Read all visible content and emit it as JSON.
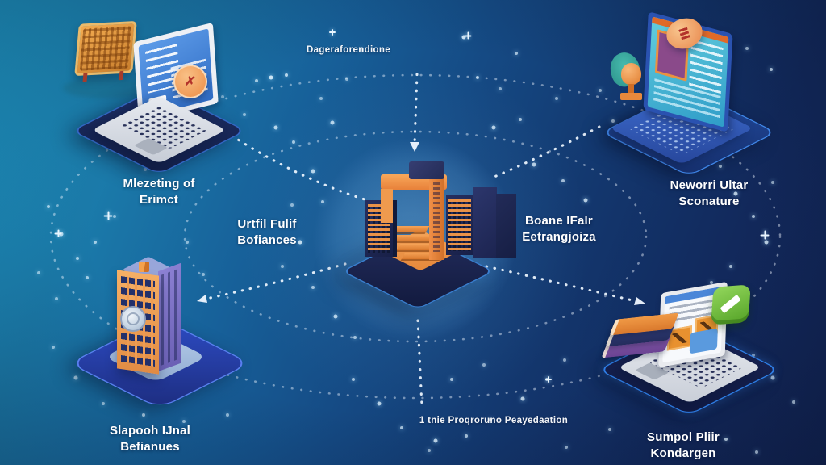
{
  "labels": {
    "top_center": "Dageraforendione",
    "top_left": [
      "Mlezeting of",
      "Erimct"
    ],
    "top_right": [
      "Neworri Ultar",
      "Sconature"
    ],
    "mid_left": [
      "Urtfil Fulif",
      "Bofiances"
    ],
    "mid_right": [
      "Boane IFalr",
      "Eetrangjoiza"
    ],
    "bottom_left": [
      "Slapooh IJnal",
      "Befianues"
    ],
    "bottom_center": "1 tnie Proqroruno Peayedaation",
    "bottom_right": [
      "Sumpol Pliir",
      "Kondargen"
    ]
  },
  "colors": {
    "background_teal": "#1f9bc9",
    "background_navy": "#112250",
    "accent_orange": "#ef8d3a",
    "screen_blue": "#2f6cc4",
    "teal_screen": "#2f9cc8",
    "platform_navy": "#1b2448",
    "badge_green": "#6ab83c",
    "line_white": "#f0f7ff"
  },
  "icons": {
    "alert-badge-icon": "orange circle, red mark",
    "warning-badge-icon": "orange oval, red bars",
    "trophy-icon": "orange trophy with teal leaf",
    "check-badge-icon": "green square, white pen stroke",
    "books-icon": "stack of three books",
    "circuit-plaque-icon": "golden circuit board on stand",
    "building-icon": "orange office tower",
    "laptop-icon": "isometric laptop",
    "data-center-icon": "isometric servers with orange arch"
  },
  "decor": {
    "stars": [
      [
        336,
        96,
        2.5,
        0.9
      ],
      [
        318,
        100,
        2,
        0.7
      ],
      [
        355,
        93,
        2,
        0.8
      ],
      [
        303,
        142,
        2,
        0.6
      ],
      [
        342,
        158,
        2.5,
        0.8
      ],
      [
        364,
        176,
        2,
        0.7
      ],
      [
        398,
        122,
        2,
        0.6
      ],
      [
        412,
        152,
        2.5,
        0.8
      ],
      [
        430,
        98,
        2,
        0.6
      ],
      [
        448,
        62,
        2,
        0.7
      ],
      [
        388,
        212,
        2.5,
        0.8
      ],
      [
        400,
        250,
        2,
        0.7
      ],
      [
        372,
        300,
        2.5,
        0.85
      ],
      [
        388,
        356,
        2,
        0.7
      ],
      [
        416,
        392,
        2.5,
        0.8
      ],
      [
        440,
        418,
        2,
        0.7
      ],
      [
        362,
        254,
        2,
        0.6
      ],
      [
        350,
        330,
        2,
        0.6
      ],
      [
        575,
        46,
        2.5,
        0.9
      ],
      [
        592,
        96,
        2,
        0.7
      ],
      [
        612,
        158,
        2.5,
        0.8
      ],
      [
        645,
        148,
        2,
        0.7
      ],
      [
        662,
        204,
        2.5,
        0.8
      ],
      [
        698,
        224,
        2,
        0.7
      ],
      [
        726,
        248,
        2.5,
        0.8
      ],
      [
        744,
        112,
        2,
        0.6
      ],
      [
        760,
        150,
        2,
        0.7
      ],
      [
        690,
        122,
        2,
        0.6
      ],
      [
        640,
        66,
        2,
        0.7
      ],
      [
        620,
        110,
        2,
        0.6
      ],
      [
        893,
        206,
        2,
        0.7
      ],
      [
        912,
        240,
        2.5,
        0.8
      ],
      [
        934,
        268,
        2,
        0.7
      ],
      [
        950,
        300,
        2.5,
        0.8
      ],
      [
        906,
        330,
        2,
        0.7
      ],
      [
        882,
        350,
        2,
        0.6
      ],
      [
        958,
        226,
        2,
        0.6
      ],
      [
        926,
        60,
        2,
        0.6
      ],
      [
        956,
        86,
        2,
        0.7
      ],
      [
        438,
        470,
        2,
        0.7
      ],
      [
        470,
        500,
        2.5,
        0.8
      ],
      [
        498,
        530,
        2,
        0.7
      ],
      [
        540,
        546,
        2.5,
        0.8
      ],
      [
        578,
        540,
        2,
        0.7
      ],
      [
        608,
        520,
        2,
        0.7
      ],
      [
        648,
        494,
        2.5,
        0.8
      ],
      [
        678,
        470,
        2,
        0.7
      ],
      [
        700,
        446,
        2,
        0.6
      ],
      [
        532,
        558,
        2,
        0.6
      ],
      [
        560,
        470,
        2,
        0.7
      ],
      [
        600,
        452,
        2,
        0.6
      ],
      [
        66,
        430,
        2,
        0.6
      ],
      [
        94,
        468,
        2.5,
        0.7
      ],
      [
        128,
        500,
        2,
        0.6
      ],
      [
        178,
        514,
        2,
        0.7
      ],
      [
        228,
        522,
        2,
        0.6
      ],
      [
        282,
        514,
        2,
        0.6
      ],
      [
        60,
        256,
        2,
        0.7
      ],
      [
        76,
        290,
        2.5,
        0.8
      ],
      [
        96,
        320,
        2,
        0.7
      ],
      [
        48,
        338,
        2,
        0.6
      ],
      [
        118,
        300,
        2,
        0.7
      ],
      [
        142,
        268,
        2,
        0.6
      ],
      [
        108,
        344,
        2,
        0.7
      ],
      [
        70,
        370,
        2,
        0.6
      ],
      [
        934,
        440,
        2,
        0.6
      ],
      [
        958,
        468,
        2.5,
        0.7
      ],
      [
        984,
        498,
        2,
        0.6
      ],
      [
        900,
        544,
        2,
        0.7
      ],
      [
        938,
        560,
        2,
        0.6
      ],
      [
        702,
        554,
        2,
        0.6
      ],
      [
        756,
        532,
        2,
        0.6
      ],
      [
        250,
        92,
        2,
        0.5
      ],
      [
        276,
        120,
        2,
        0.5
      ],
      [
        180,
        210,
        2,
        0.5
      ],
      [
        232,
        300,
        2,
        0.6
      ],
      [
        252,
        340,
        2,
        0.6
      ]
    ],
    "sparkles": [
      [
        134,
        267,
        11
      ],
      [
        72,
        289,
        9
      ],
      [
        948,
        291,
        11
      ],
      [
        580,
        44,
        9
      ],
      [
        250,
        431,
        8
      ],
      [
        680,
        470,
        8
      ],
      [
        875,
        108,
        8
      ],
      [
        412,
        40,
        8
      ]
    ]
  }
}
